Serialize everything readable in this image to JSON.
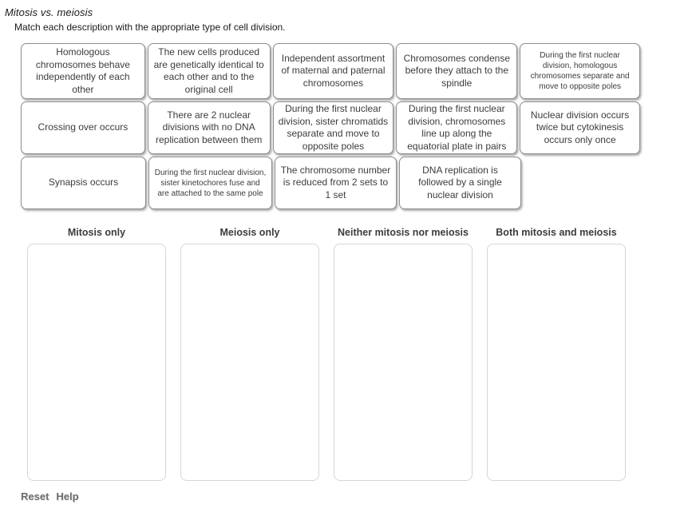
{
  "header": {
    "title": "Mitosis vs. meiosis",
    "instructions": "Match each description with the appropriate type of cell division."
  },
  "tile_bank": {
    "rows": [
      {
        "tiles": [
          {
            "text": "Homologous chromosomes behave independently of each other",
            "size": "normal"
          },
          {
            "text": "The new cells produced are genetically identical to each other and to the original cell",
            "size": "normal"
          },
          {
            "text": "Independent assortment of maternal and paternal chromosomes",
            "size": "normal"
          },
          {
            "text": "Chromosomes condense before they attach to the spindle",
            "size": "normal"
          },
          {
            "text": "During the first nuclear division, homologous chromosomes separate and move to opposite poles",
            "size": "small"
          }
        ]
      },
      {
        "tiles": [
          {
            "text": "Crossing over occurs",
            "size": "normal"
          },
          {
            "text": "There are 2 nuclear divisions with no DNA replication between them",
            "size": "normal"
          },
          {
            "text": "During the first nuclear division, sister chromatids separate and move to opposite poles",
            "size": "normal"
          },
          {
            "text": "During the first nuclear division, chromosomes line up along the equatorial plate in pairs",
            "size": "normal"
          },
          {
            "text": "Nuclear division occurs twice but cytokinesis occurs only once",
            "size": "normal"
          }
        ]
      },
      {
        "tiles": [
          {
            "text": "Synapsis occurs",
            "size": "normal"
          },
          {
            "text": "During the first nuclear division, sister kinetochores fuse and are attached to the same pole",
            "size": "small"
          },
          {
            "text": "The chromosome number is reduced from 2 sets to 1 set",
            "size": "normal"
          },
          {
            "text": "DNA replication is followed by a single nuclear division",
            "size": "normal"
          }
        ]
      }
    ]
  },
  "drop_columns": [
    {
      "header": "Mitosis only",
      "items": []
    },
    {
      "header": "Meiosis only",
      "items": []
    },
    {
      "header": "Neither mitosis nor meiosis",
      "items": []
    },
    {
      "header": "Both mitosis and meiosis",
      "items": []
    }
  ],
  "footer": {
    "reset_label": "Reset",
    "help_label": "Help"
  },
  "colors": {
    "tile_border": "#8e8e8e",
    "tile_background": "#ffffff",
    "dropzone_border": "#d6d6d6",
    "text": "#3c3c3c",
    "footer_text": "#6e6e6e"
  }
}
